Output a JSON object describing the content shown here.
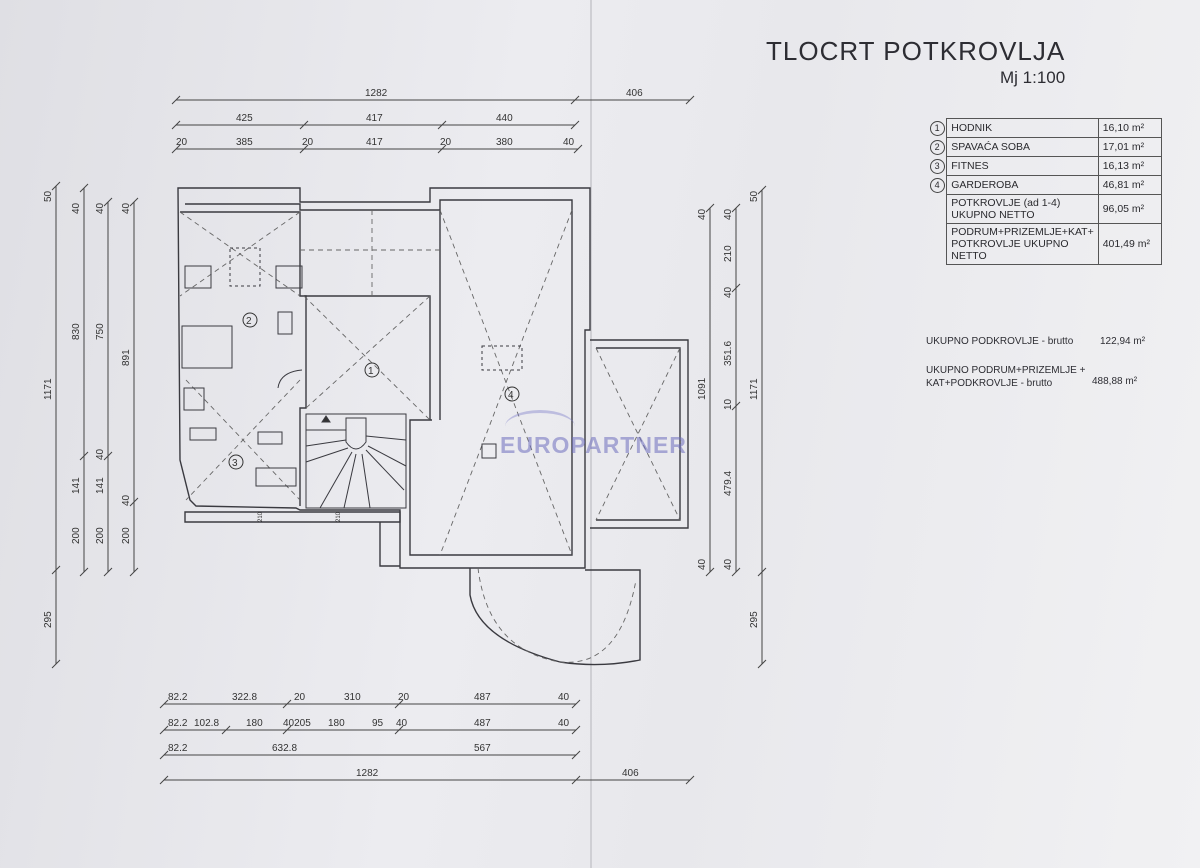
{
  "title": "TLOCRT  POTKROVLJA",
  "scale": "Mj 1:100",
  "rooms": [
    {
      "num": "1",
      "name": "HODNIK",
      "area": "16,10",
      "unit": "m²"
    },
    {
      "num": "2",
      "name": "SPAVAĆA SOBA",
      "area": "17,01",
      "unit": "m²"
    },
    {
      "num": "3",
      "name": "FITNES",
      "area": "16,13",
      "unit": "m²"
    },
    {
      "num": "4",
      "name": "GARDEROBA",
      "area": "46,81",
      "unit": "m²"
    }
  ],
  "totals": [
    {
      "label1": "POTKROVLJE (ad 1-4)",
      "label2": "UKUPNO NETTO",
      "area": "96,05",
      "unit": "m²"
    },
    {
      "label1": "PODRUM+PRIZEMLJE+KAT+",
      "label2": "POTKROVLJE UKUPNO NETTO",
      "area": "401,49",
      "unit": "m²"
    }
  ],
  "summary": [
    {
      "label1": "UKUPNO PODKROVLJE - brutto",
      "label2": "",
      "value": "122,94 m²"
    },
    {
      "label1": "UKUPNO PODRUM+PRIZEMLJE +",
      "label2": "KAT+PODKROVLJE - brutto",
      "value": "488,88 m²"
    }
  ],
  "watermark": "EUROPARTNER",
  "plan_labels": {
    "r1": "1",
    "r2": "2",
    "r3": "3",
    "r4": "4"
  },
  "dims_top": {
    "row1": [
      "1282",
      "406"
    ],
    "row2": [
      "425",
      "417",
      "440"
    ],
    "row3": [
      "20",
      "385",
      "20",
      "417",
      "20",
      "380",
      "40"
    ]
  },
  "dims_bottom": {
    "row1": [
      "82.2",
      "322.8",
      "20",
      "310",
      "20",
      "487",
      "40"
    ],
    "row2": [
      "82.2",
      "102.8",
      "180",
      "40205",
      "180",
      "95",
      "40",
      "487",
      "40"
    ],
    "row3": [
      "82.2",
      "632.8",
      "567"
    ],
    "row4": [
      "1282",
      "406"
    ]
  },
  "dims_left": {
    "col1": [
      "50",
      "1171",
      "295"
    ],
    "col2": [
      "40",
      "830",
      "141",
      "200"
    ],
    "col3": [
      "40",
      "750",
      "40",
      "141",
      "200"
    ],
    "col4": [
      "40",
      "891",
      "40",
      "200"
    ]
  },
  "dims_right": {
    "col1": [
      "40",
      "1091",
      "40"
    ],
    "col2": [
      "40",
      "210",
      "40",
      "351.6",
      "10",
      "479.4",
      "40"
    ],
    "col3": [
      "50",
      "1171",
      "295"
    ]
  },
  "stair_labels": [
    "210",
    "210"
  ]
}
